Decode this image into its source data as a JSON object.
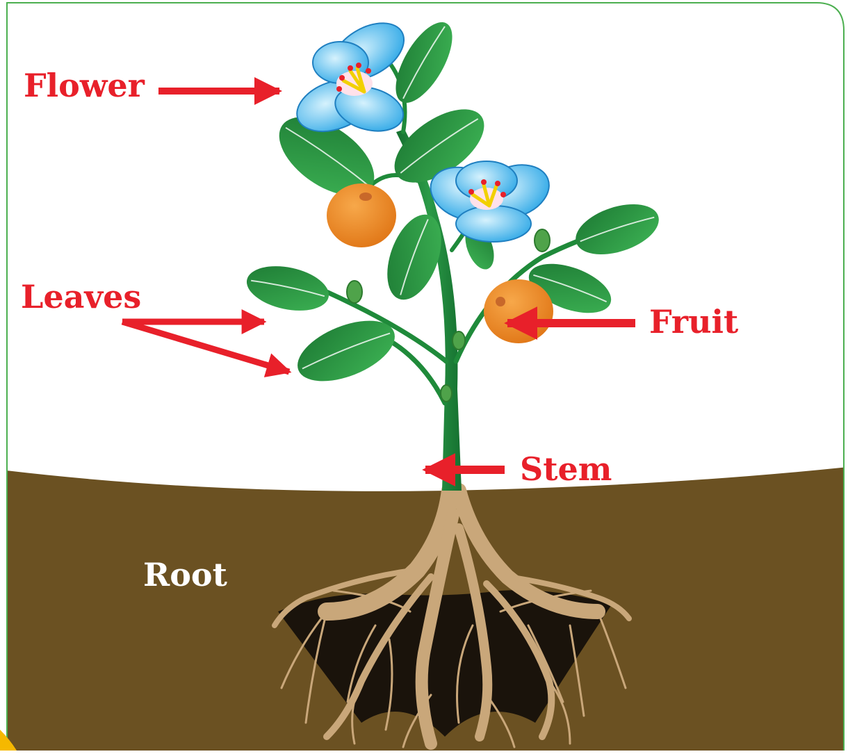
{
  "labels": {
    "flower": "Flower",
    "leaves": "Leaves",
    "fruit": "Fruit",
    "stem": "Stem",
    "root": "Root"
  },
  "colors": {
    "frame_border": "#4caf50",
    "corner_accent": "#f5b800",
    "sky": "#ffffff",
    "soil": "#6b5122",
    "stem": "#1f8a3a",
    "leaf_dark": "#1d7a34",
    "leaf_light": "#3db354",
    "petal": "#49b9ef",
    "petal_light": "#bfe9fb",
    "fruit": "#f0901e",
    "fruit_dark": "#d9701a",
    "root": "#c9a77a",
    "root_shadow": "#1a130b",
    "arrow": "#e8202a",
    "label_red": "#e8202a",
    "label_white": "#ffffff"
  }
}
